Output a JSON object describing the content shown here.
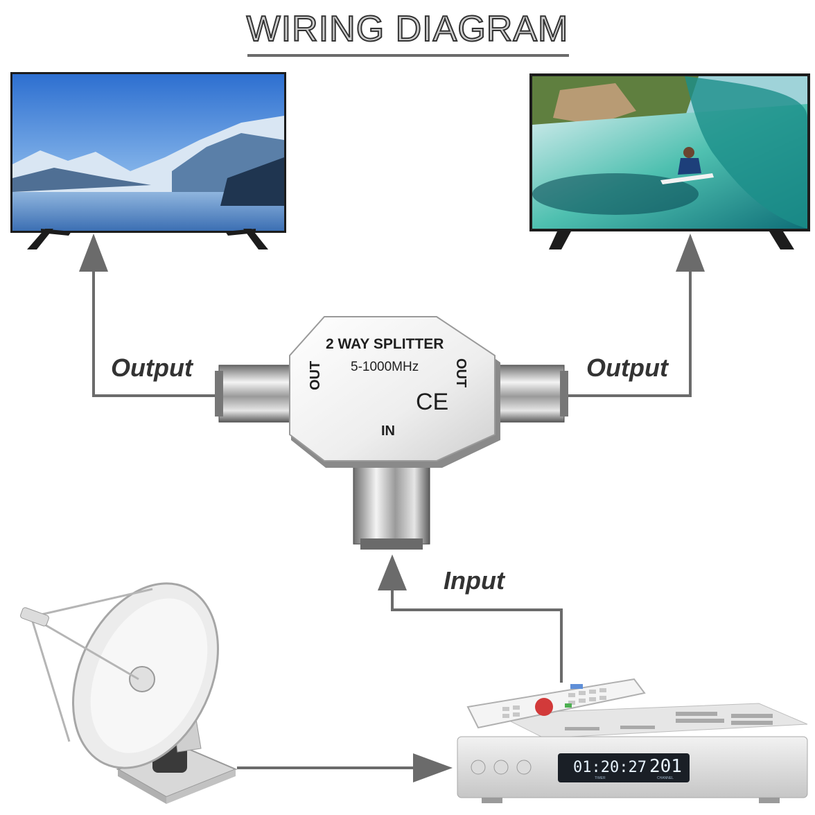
{
  "title": "WIRING DIAGRAM",
  "labels": {
    "output_left": "Output",
    "output_right": "Output",
    "input": "Input"
  },
  "splitter": {
    "name": "2 WAY SPLITTER",
    "frequency": "5-1000MHz",
    "out_left": "OUT",
    "out_right": "OUT",
    "in": "IN",
    "ce_mark": "CE"
  },
  "receiver": {
    "time_display": "01:20:27",
    "time_caption": "TIMER",
    "channel_display": "201",
    "channel_caption": "CHANNEL"
  },
  "colors": {
    "wire": "#6b6b6b",
    "title_fill": "#cfcfcf",
    "label_text": "#333333"
  },
  "icons": [
    "tv-icon",
    "satellite-dish-icon",
    "set-top-box-icon",
    "remote-control-icon",
    "arrow-icon"
  ]
}
